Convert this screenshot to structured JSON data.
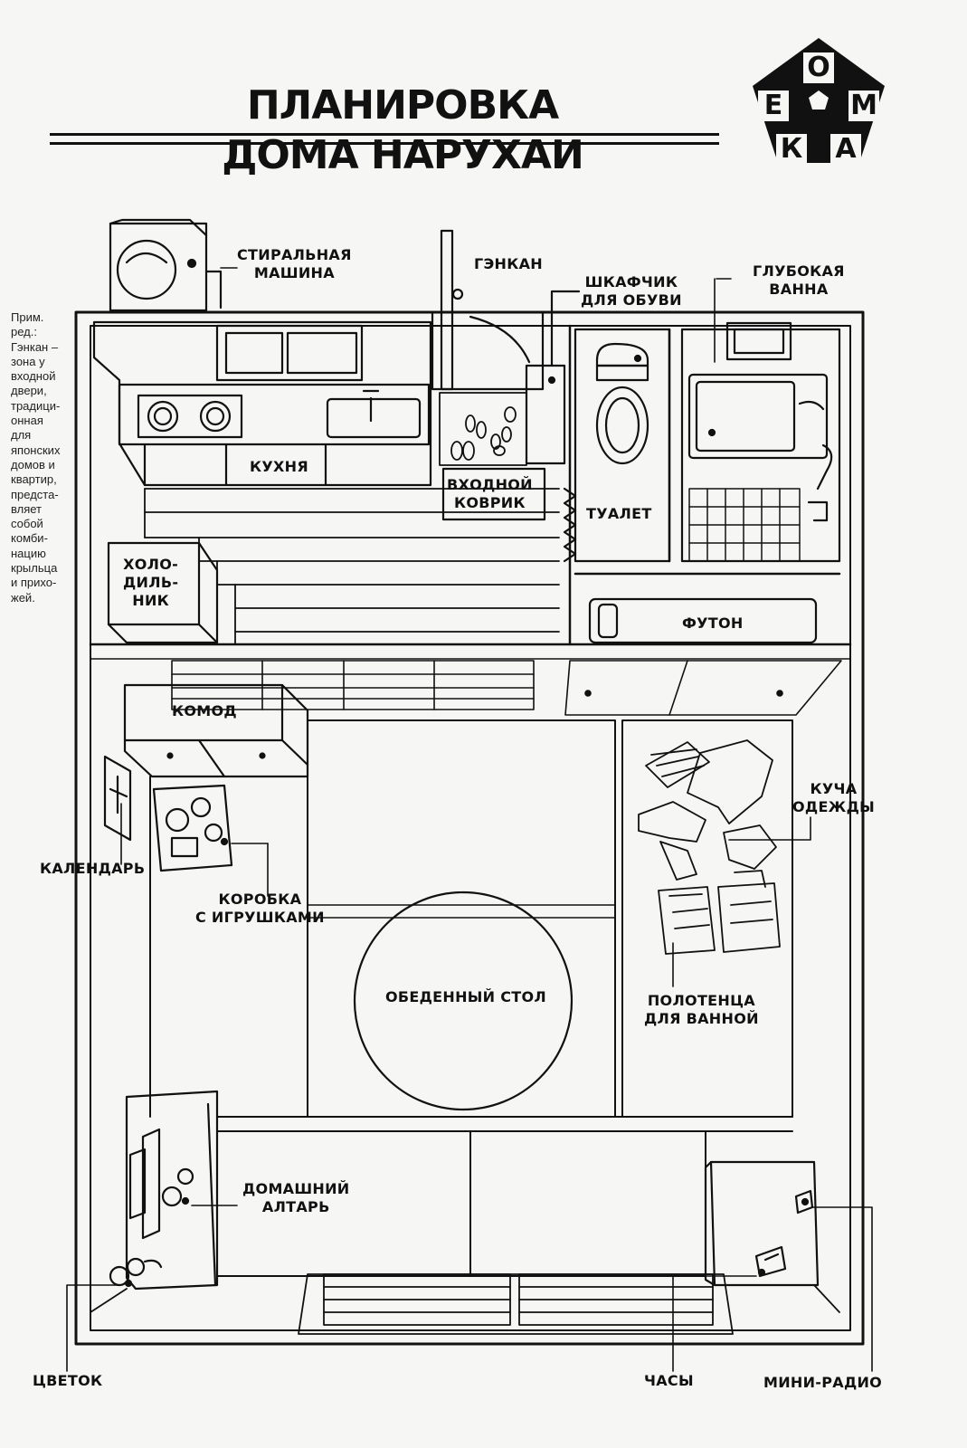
{
  "title": {
    "line1": "ПЛАНИРОВКА",
    "line2": "ДОМА НАРУХАИ"
  },
  "logo": {
    "letters": [
      "Е",
      "О",
      "М",
      "К",
      "А"
    ]
  },
  "note": {
    "lines": [
      "Прим.",
      "ред.:",
      "Гэнкан –",
      "зона у",
      "входной",
      "двери,",
      "традици-",
      "онная",
      "для",
      "японских",
      "домов и",
      "квартир,",
      "предста-",
      "вляет",
      "собой",
      "комби-",
      "нацию",
      "крыльца",
      "и прихо-",
      "жей."
    ]
  },
  "labels": {
    "washing_machine": [
      "СТИРАЛЬНАЯ",
      "МАШИНА"
    ],
    "genkan": "ГЭНКАН",
    "shoe_cabinet": [
      "ШКАФЧИК",
      "ДЛЯ ОБУВИ"
    ],
    "bathtub": [
      "ГЛУБОКАЯ",
      "ВАННА"
    ],
    "kitchen": "КУХНЯ",
    "entrance_mat": [
      "ВХОДНОЙ",
      "КОВРИК"
    ],
    "toilet": "ТУАЛЕТ",
    "fridge": [
      "ХОЛО-",
      "ДИЛЬ-",
      "НИК"
    ],
    "futon": "ФУТОН",
    "dresser": "КОМОД",
    "clothes_pile": [
      "КУЧА",
      "ОДЕЖДЫ"
    ],
    "calendar": "КАЛЕНДАРЬ",
    "toy_box": [
      "КОРОБКА",
      "С ИГРУШКАМИ"
    ],
    "dining_table": "ОБЕДЕННЫЙ СТОЛ",
    "bath_towels": [
      "ПОЛОТЕНЦА",
      "ДЛЯ ВАННОЙ"
    ],
    "altar": [
      "ДОМАШНИЙ",
      "АЛТАРЬ"
    ],
    "flower": "ЦВЕТОК",
    "clock": "ЧАСЫ",
    "mini_radio": "МИНИ-РАДИО"
  }
}
